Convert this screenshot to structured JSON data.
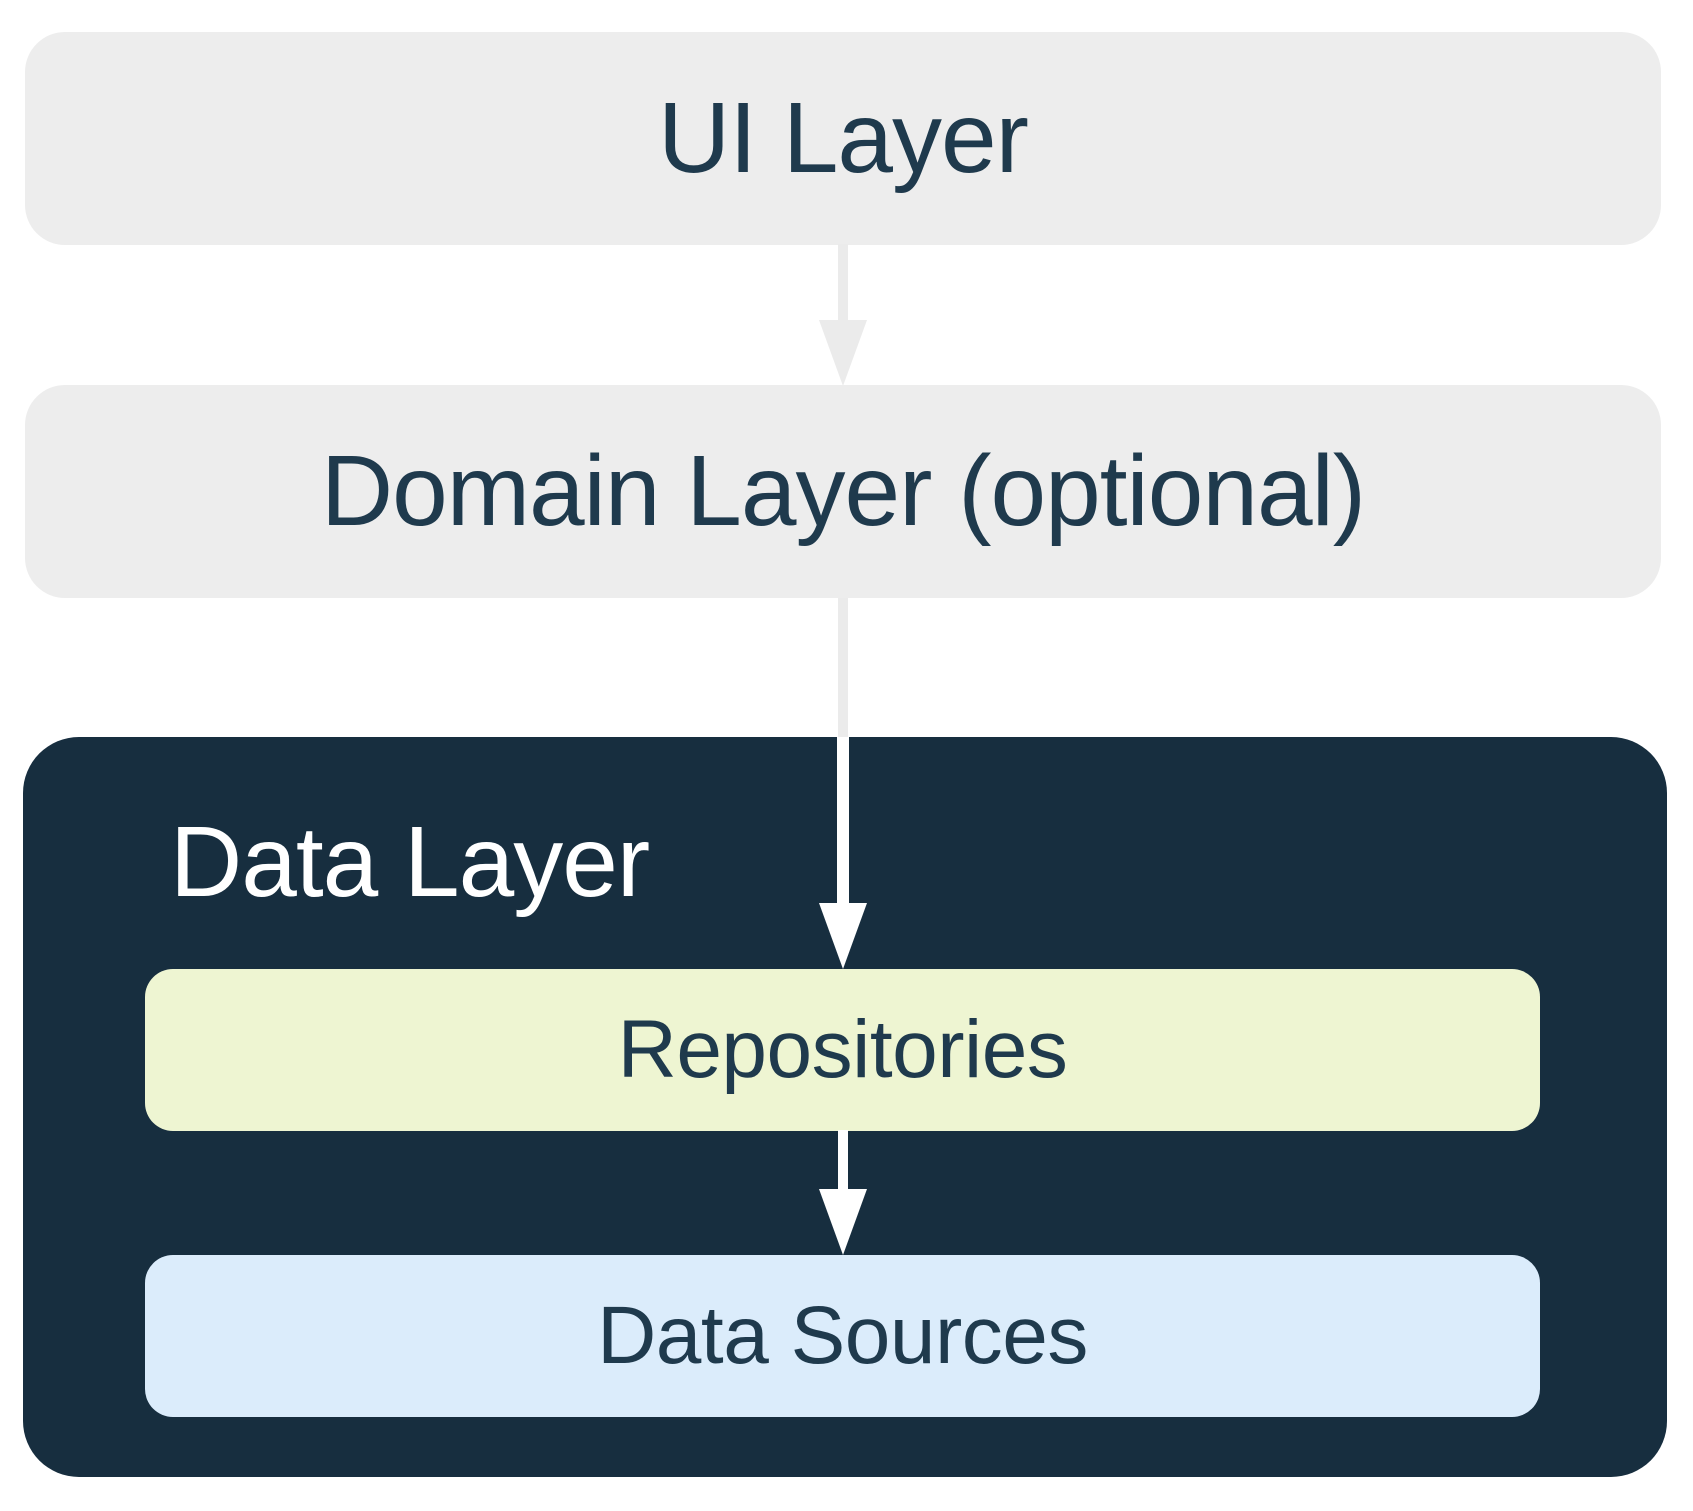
{
  "diagram": {
    "boxes": {
      "ui_layer": {
        "label": "UI Layer"
      },
      "domain_layer": {
        "label": "Domain Layer (optional)"
      },
      "data_layer": {
        "label": "Data Layer"
      },
      "repositories": {
        "label": "Repositories"
      },
      "data_sources": {
        "label": "Data Sources"
      }
    },
    "edges": [
      {
        "from": "UI Layer",
        "to": "Domain Layer (optional)"
      },
      {
        "from": "Domain Layer (optional)",
        "to": "Repositories"
      },
      {
        "from": "Repositories",
        "to": "Data Sources"
      }
    ],
    "hierarchy": {
      "data_layer_children": [
        "Repositories",
        "Data Sources"
      ]
    }
  },
  "colors": {
    "background": "#FFFFFF",
    "layer_box_gray": "#EDEDED",
    "layer_text_navy": "#1F3A4D",
    "data_layer_fill": "#172E3F",
    "data_layer_text": "#FFFFFF",
    "repositories_fill": "#EEF5D2",
    "data_sources_fill": "#DBECFB",
    "arrow_gray": "#EBEBEB",
    "arrow_white": "#FFFFFF"
  }
}
